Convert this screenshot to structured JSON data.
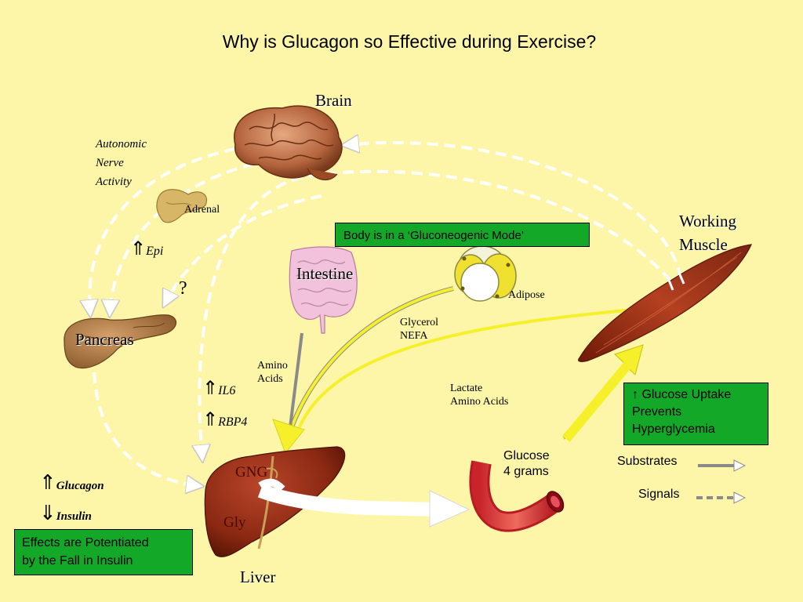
{
  "title": "Why is Glucagon so Effective during Exercise?",
  "organs": {
    "brain": "Brain",
    "working_muscle_1": "Working",
    "working_muscle_2": "Muscle",
    "intestine": "Intestine",
    "pancreas": "Pancreas",
    "liver": "Liver",
    "adrenal": "Adrenal",
    "adipose": "Adipose"
  },
  "labels": {
    "autonomic_1": "Autonomic",
    "autonomic_2": "Nerve",
    "autonomic_3": "Activity",
    "epi": "Epi",
    "question": "?",
    "amino_1": "Amino",
    "amino_2": "Acids",
    "glycerol": "Glycerol",
    "nefa": "NEFA",
    "lactate": "Lactate",
    "lactate_amino": "Amino Acids",
    "il6": "IL6",
    "rbp4": "RBP4",
    "gng": "GNG",
    "gly": "Gly",
    "glucose_1": "Glucose",
    "glucose_2": "4 grams",
    "glucagon": "Glucagon",
    "insulin": "Insulin",
    "up_arrow": "⇑",
    "down_arrow": "⇓",
    "small_up": "↑"
  },
  "boxes": {
    "gluconeogenic": "Body is in a ‘Gluconeogenic Mode’",
    "uptake_1": "Glucose Uptake",
    "uptake_2": "Prevents",
    "uptake_3": "Hyperglycemia",
    "potentiated_1": "Effects are Potentiated",
    "potentiated_2": "by the Fall in Insulin"
  },
  "legend": {
    "substrates": "Substrates",
    "signals": "Signals"
  },
  "colors": {
    "background": "#fdf6a8",
    "box_green": "#14a829",
    "substrate_yellow": "#f5f02a",
    "liver": "#8e2a12",
    "muscle": "#9a2c14"
  }
}
